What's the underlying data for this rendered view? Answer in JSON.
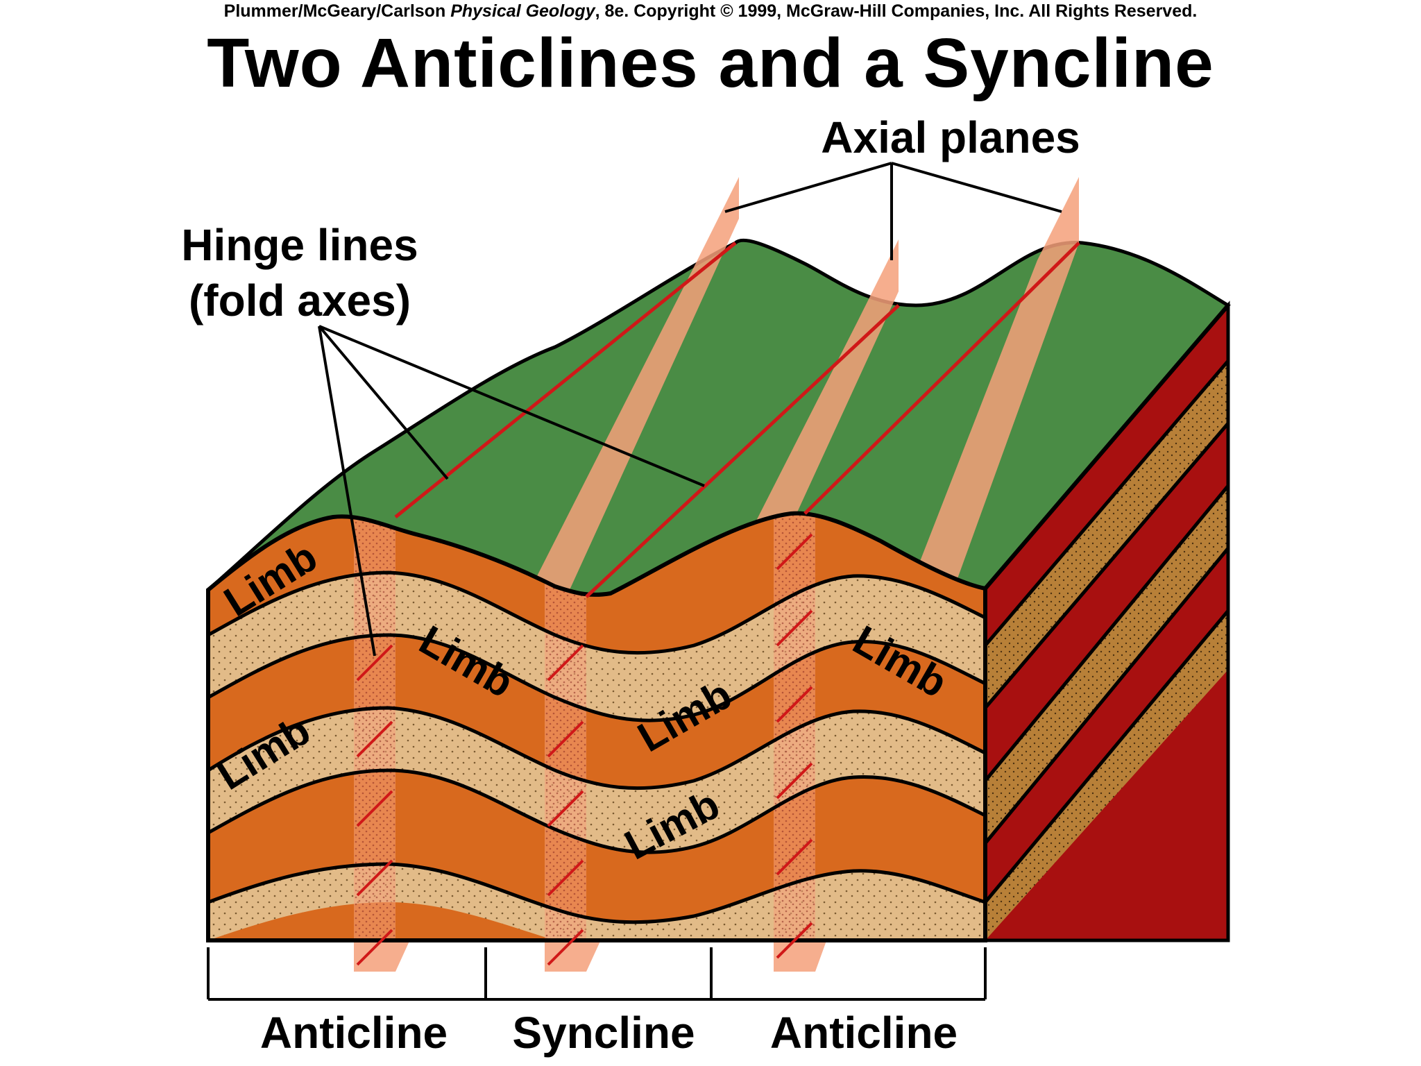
{
  "credit": {
    "authors": "Plummer/McGeary/Carlson",
    "book": "Physical Geology",
    "rest": ", 8e.  Copyright © 1999, McGraw-Hill Companies, Inc. All Rights Reserved."
  },
  "title": "Two Anticlines and a Syncline",
  "callouts": {
    "axial_planes": "Axial planes",
    "hinge_lines_1": "Hinge lines",
    "hinge_lines_2": "(fold axes)"
  },
  "limb_label": "Limb",
  "fold_labels": [
    "Anticline",
    "Syncline",
    "Anticline"
  ],
  "colors": {
    "surface": "#4a8c45",
    "orange_layer": "#d8691e",
    "sand_layer": "#e2bb88",
    "axial_plane": "#f5a07a",
    "hinge_line": "#d01818",
    "side_red": "#a81010",
    "side_tan": "#b88038",
    "outline": "#000000"
  }
}
